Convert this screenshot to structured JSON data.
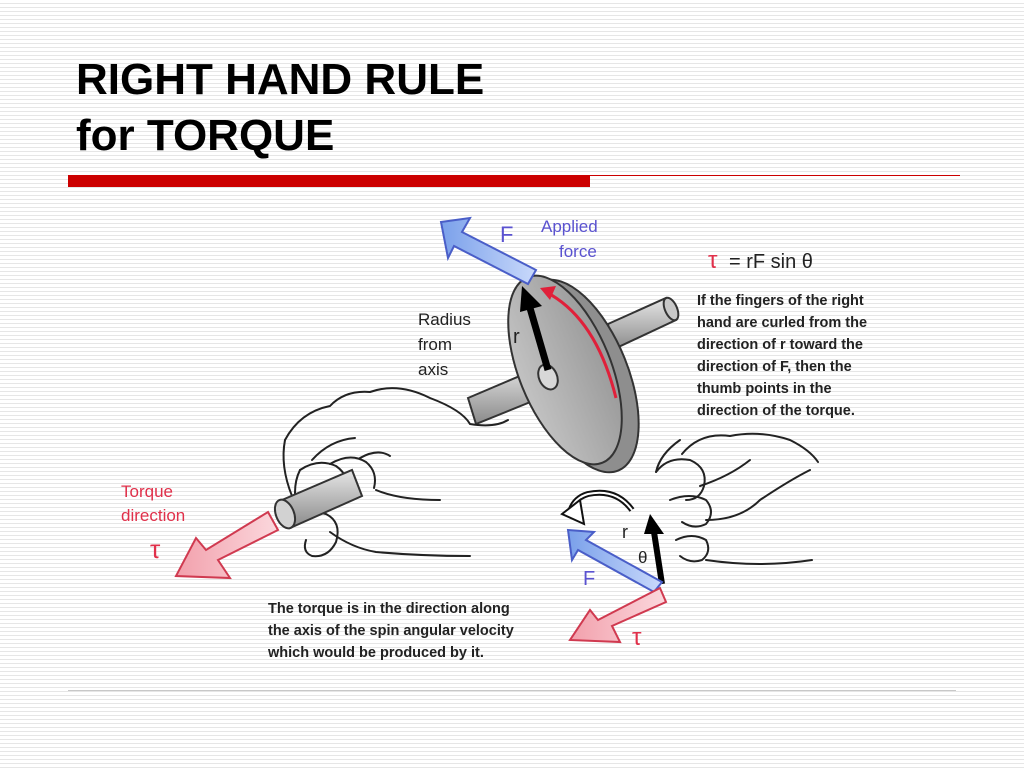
{
  "title": {
    "line1": "RIGHT HAND RULE",
    "line2": "for TORQUE"
  },
  "diagram": {
    "force_symbol": "F",
    "applied_force_label": [
      "Applied",
      "force"
    ],
    "formula": {
      "tau": "τ",
      "rest": "= rF sin θ"
    },
    "radius_label": [
      "Radius",
      "from",
      "axis"
    ],
    "r_symbol": "r",
    "torque_direction_label": [
      "Torque",
      "direction"
    ],
    "tau_symbol": "τ",
    "theta_symbol": "θ",
    "explanation_right": [
      "If the fingers of the right",
      "hand are curled from the",
      "direction of r toward the",
      "direction of F, then the",
      "thumb points in the",
      "direction of the torque."
    ],
    "explanation_bottom": [
      "The torque is in the direction along",
      "the axis of the spin angular velocity",
      "which would be produced by it."
    ]
  },
  "colors": {
    "accent_red": "#cc0000",
    "force_blue": "#9ab8f0",
    "torque_pink": "#f08a98",
    "label_red": "#e0304a",
    "label_blue": "#5a52d0"
  }
}
